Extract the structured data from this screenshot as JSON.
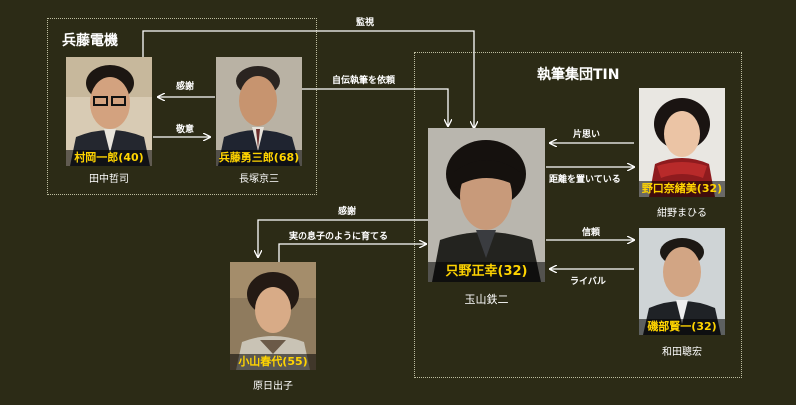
{
  "groups": {
    "hyodo": {
      "title": "兵藤電機"
    },
    "tin": {
      "title": "執筆集団TIN"
    }
  },
  "people": {
    "muraoka": {
      "role": "村岡一郎(40)",
      "actor": "田中哲司"
    },
    "hyodo": {
      "role": "兵藤勇三郎(68)",
      "actor": "長塚京三"
    },
    "tadano": {
      "role": "只野正幸(32)",
      "actor": "玉山鉄二"
    },
    "noguchi": {
      "role": "野口奈緒美(32)",
      "actor": "紺野まひる"
    },
    "isobe": {
      "role": "磯部賢一(32)",
      "actor": "和田聰宏"
    },
    "koyama": {
      "role": "小山春代(55)",
      "actor": "原日出子"
    }
  },
  "relations": {
    "kanshi": "監視",
    "kansha_top": "感謝",
    "keii": "敬意",
    "jiden": "自伝執筆を依頼",
    "kataomoi": "片思い",
    "kyori": "距離を置いている",
    "kansha_koyama": "感謝",
    "musuko": "実の息子のように育てる",
    "shinrai": "信頼",
    "rival": "ライバル"
  },
  "colors": {
    "background": "#2c2b16",
    "line": "#ffffff",
    "name": "#ffd400",
    "border": "#bdbda0"
  }
}
